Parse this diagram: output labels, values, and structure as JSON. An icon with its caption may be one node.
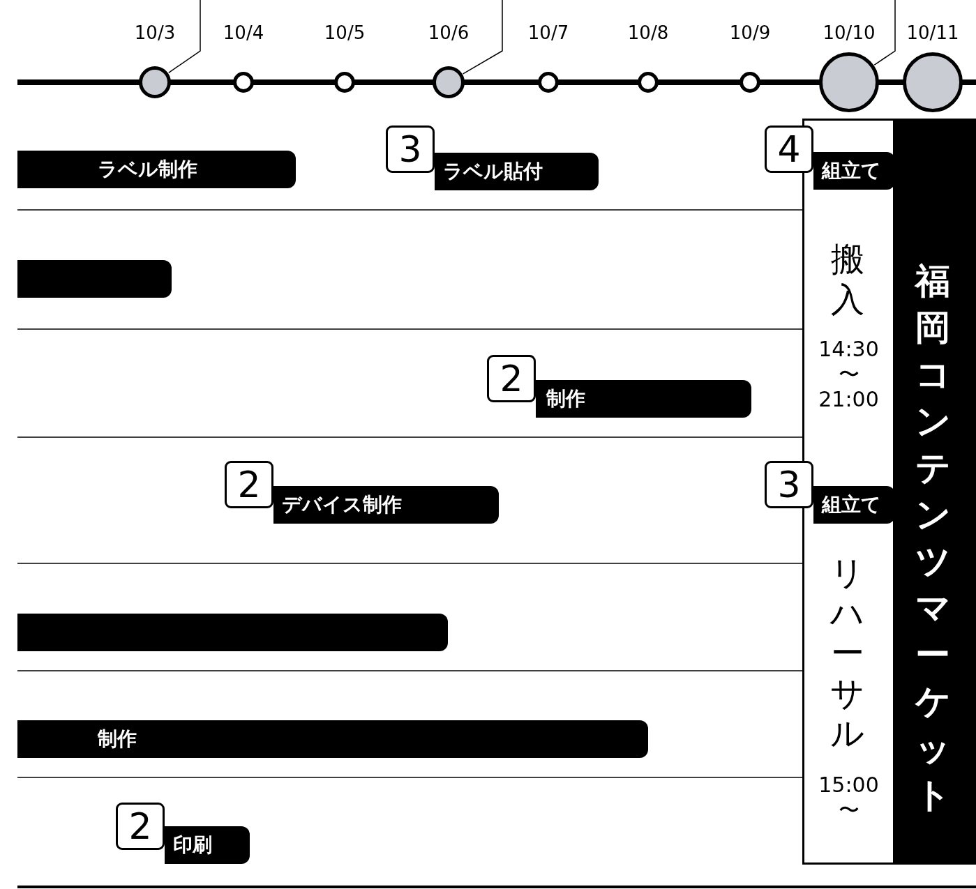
{
  "diagram": {
    "nodes": [
      {
        "text": [],
        "shape": "circle"
      },
      {
        "text": [],
        "shape": "circle"
      },
      {
        "text": [],
        "shape": "circle"
      },
      {
        "text": [],
        "shape": "circle"
      },
      {
        "text": [],
        "shape": "circle"
      },
      {
        "text": [],
        "shape": "circle"
      },
      {
        "text": [],
        "shape": "circle"
      },
      {
        "text": [],
        "shape": "circle"
      },
      {
        "text": [],
        "shape": "circle"
      },
      {
        "text": [
          "ラベル制作"
        ]
      },
      {
        "text": [
          "3"
        ]
      },
      {
        "text": [
          "ラベル貼付"
        ]
      },
      {
        "text": [
          "搬入",
          "14:30 〜 21:00",
          "リハーサル",
          "15:00 〜"
        ]
      },
      {
        "text": [
          "4"
        ]
      },
      {
        "text": [
          "組立て"
        ],
        "in": 12
      },
      {
        "text": [
          "福岡コンテンツマーケット"
        ]
      },
      {
        "text": [],
        "shape": "bar"
      },
      {
        "text": [
          "2"
        ]
      },
      {
        "text": [
          "制作"
        ]
      },
      {
        "text": [
          "2"
        ]
      },
      {
        "text": [
          "デバイス制作"
        ]
      },
      {
        "text": [
          "3"
        ]
      },
      {
        "text": [
          "組立て"
        ],
        "in": 12
      },
      {
        "text": [],
        "shape": "bar"
      },
      {
        "text": [
          "制作"
        ]
      },
      {
        "text": [
          "2"
        ]
      },
      {
        "text": [
          "印刷"
        ]
      }
    ],
    "edges": [
      {
        "from": null,
        "to": 0,
        "arrow": "none"
      },
      {
        "from": null,
        "to": 3,
        "arrow": "none"
      },
      {
        "from": null,
        "to": 7,
        "arrow": "none"
      }
    ],
    "labels": [
      "10/3",
      "10/4",
      "10/5",
      "10/6",
      "10/7",
      "10/8",
      "10/9",
      "10/10",
      "10/11"
    ]
  }
}
